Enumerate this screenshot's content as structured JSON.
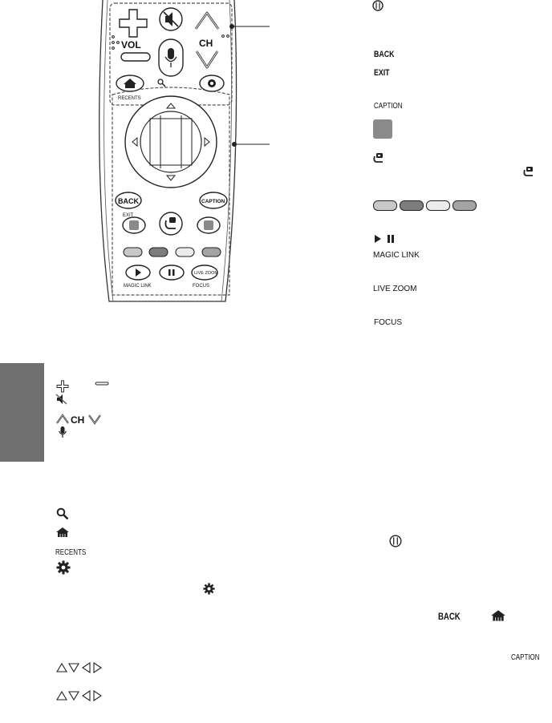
{
  "remote": {
    "vol_label": "VOL",
    "ch_label": "CH",
    "recents_label": "RECENTS",
    "back_label": "BACK",
    "exit_label": "EXIT",
    "caption_label": "CAPTION",
    "magic_link_label": "MAGIC LINK",
    "focus_label": "FOCUS",
    "live_zoom_label": "LIVE ZOOM"
  },
  "right_column": {
    "back": "BACK",
    "exit": "EXIT",
    "caption": "CAPTION",
    "magic_link": "MAGIC LINK",
    "live_zoom": "LIVE ZOOM",
    "focus": "FOCUS"
  },
  "left_column": {
    "ch": "CH",
    "recents": "RECENTS"
  },
  "inline": {
    "back": "BACK",
    "caption": "CAPTION"
  },
  "colors": {
    "side_tab": "#6f6f6f",
    "red_button": "#c8c8c8",
    "green_button": "#7d7d7d",
    "yellow_button": "#ececec",
    "blue_button": "#a4a4a4",
    "square_button": "#8a8a8a"
  },
  "icons": [
    "plus-icon",
    "minus-icon",
    "mute-icon",
    "chevron-up-icon",
    "chevron-down-icon",
    "mic-icon",
    "home-icon",
    "gear-icon",
    "search-icon",
    "play-icon",
    "pause-icon",
    "input-icon",
    "power-icon",
    "triangle-up-icon",
    "triangle-down-icon",
    "triangle-left-icon",
    "triangle-right-icon"
  ]
}
